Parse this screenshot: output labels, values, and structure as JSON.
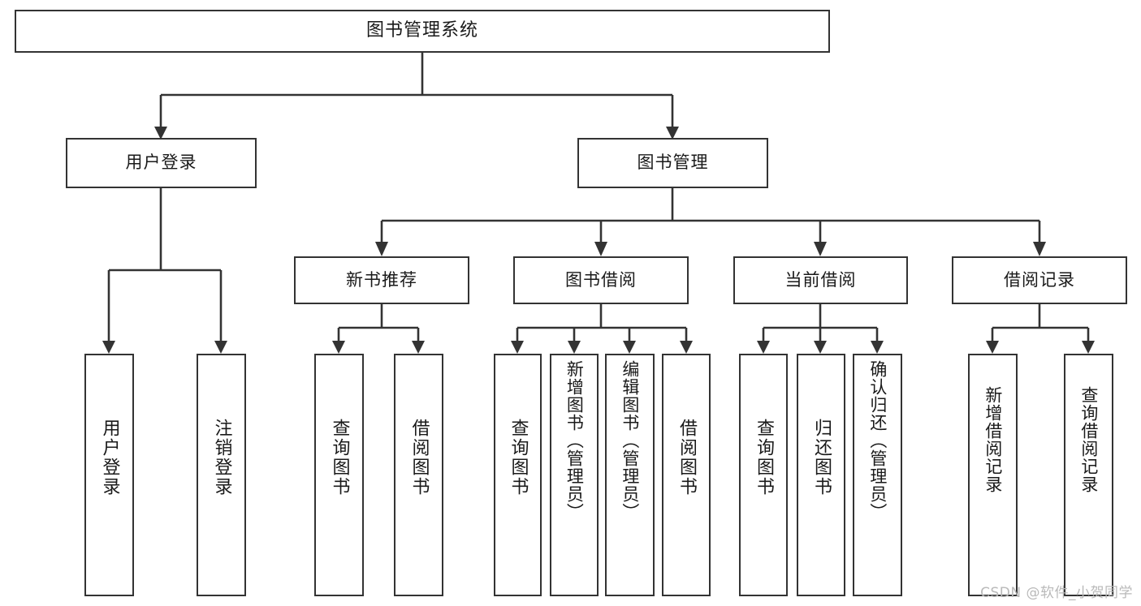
{
  "diagram": {
    "title": "图书管理系统",
    "type": "tree",
    "watermark": "CSDN @软件_小贺同学",
    "line_color": "#333333",
    "box_fill": "#ffffff",
    "text_color": "#1a1a1a",
    "levels": {
      "root": [
        "图书管理系统"
      ],
      "level2": [
        "用户登录",
        "图书管理"
      ],
      "level3": [
        "新书推荐",
        "图书借阅",
        "当前借阅",
        "借阅记录"
      ],
      "leaves": [
        "用户登录",
        "注销登录",
        "查询图书",
        "借阅图书",
        "查询图书",
        "新增图书（管理员）",
        "编辑图书（管理员）",
        "借阅图书",
        "查询图书",
        "归还图书",
        "确认归还（管理员）",
        "新增借阅记录",
        "查询借阅记录"
      ]
    },
    "nodes": {
      "root": {
        "label": "图书管理系统"
      },
      "user_login": {
        "label": "用户登录"
      },
      "book_mgmt": {
        "label": "图书管理"
      },
      "new_book_rec": {
        "label": "新书推荐"
      },
      "book_borrow": {
        "label": "图书借阅"
      },
      "current_borrow": {
        "label": "当前借阅"
      },
      "borrow_record": {
        "label": "借阅记录"
      },
      "leaf_user_login": {
        "label": "用户登录"
      },
      "leaf_logout": {
        "label": "注销登录"
      },
      "leaf_query_book_a": {
        "label": "查询图书"
      },
      "leaf_borrow_book_a": {
        "label": "借阅图书"
      },
      "leaf_query_book_b": {
        "label": "查询图书"
      },
      "leaf_add_book": {
        "label": "新增图书（管理员）"
      },
      "leaf_edit_book": {
        "label": "编辑图书（管理员）"
      },
      "leaf_borrow_book_b": {
        "label": "借阅图书"
      },
      "leaf_query_book_c": {
        "label": "查询图书"
      },
      "leaf_return_book": {
        "label": "归还图书"
      },
      "leaf_confirm_return": {
        "label": "确认归还（管理员）"
      },
      "leaf_add_record": {
        "label": "新增借阅记录"
      },
      "leaf_query_record": {
        "label": "查询借阅记录"
      }
    }
  }
}
